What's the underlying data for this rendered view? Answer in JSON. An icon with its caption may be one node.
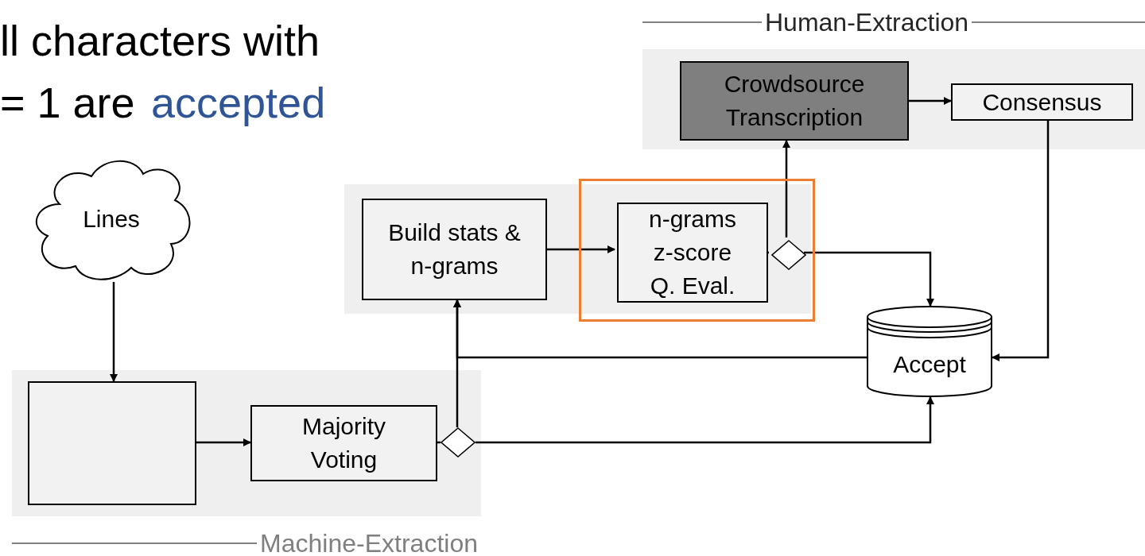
{
  "diagram": {
    "nodes": [
      {
        "text": [
          "Human-Extraction"
        ]
      },
      {
        "text": [
          "Crowdsource Transcription"
        ],
        "in": 0
      },
      {
        "text": [
          "Consensus"
        ],
        "in": 0
      },
      {
        "text": [
          "Lines"
        ]
      },
      {
        "text": [
          "Machine-Extraction"
        ]
      },
      {
        "text": [],
        "shape": "box",
        "in": 4
      },
      {
        "text": [
          "Majority Voting"
        ],
        "in": 4
      },
      {
        "text": [],
        "shape": "diamond",
        "in": 4
      },
      {
        "text": [],
        "shape": "box"
      },
      {
        "text": [
          "Build stats & n-grams"
        ],
        "in": 8
      },
      {
        "text": [],
        "shape": "box"
      },
      {
        "text": [
          "n-grams z-score Q. Eval."
        ],
        "in": 10
      },
      {
        "text": [],
        "shape": "diamond",
        "in": 10
      },
      {
        "text": [
          "Accept"
        ]
      }
    ],
    "edges": [
      {
        "from": 3,
        "to": 5,
        "arrow": "to"
      },
      {
        "from": 5,
        "to": 6,
        "arrow": "to"
      },
      {
        "from": 6,
        "to": 7,
        "arrow": "none"
      },
      {
        "from": 7,
        "to": 9,
        "arrow": "to"
      },
      {
        "from": 7,
        "to": 13,
        "arrow": "to"
      },
      {
        "from": 9,
        "to": 11,
        "arrow": "to"
      },
      {
        "from": 11,
        "to": 12,
        "arrow": "none"
      },
      {
        "from": 12,
        "to": 1,
        "arrow": "to"
      },
      {
        "from": 12,
        "to": 13,
        "arrow": "to"
      },
      {
        "from": 13,
        "to": 9,
        "arrow": "to"
      },
      {
        "from": 1,
        "to": 2,
        "arrow": "to"
      },
      {
        "from": 2,
        "to": 13,
        "arrow": "to"
      }
    ],
    "labels": [
      "ll characters with",
      "= 1 are",
      "accepted"
    ]
  }
}
